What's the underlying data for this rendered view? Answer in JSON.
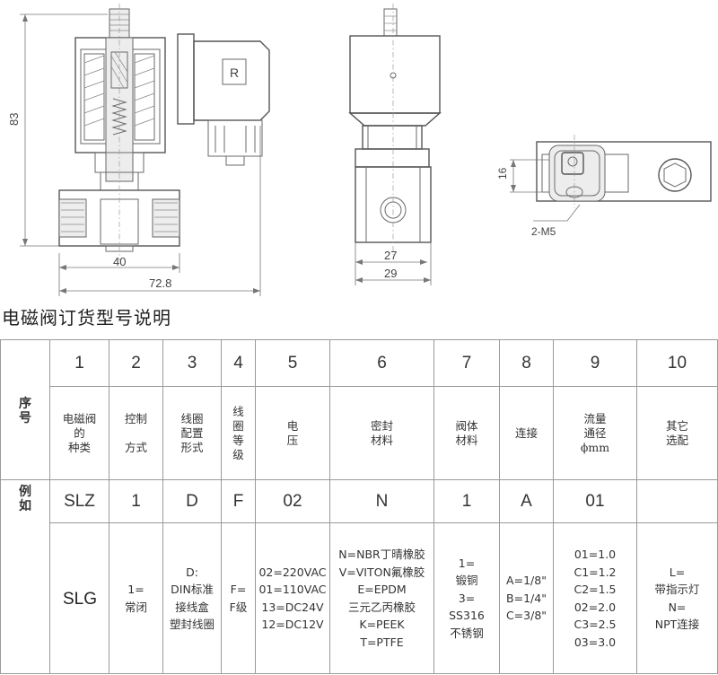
{
  "drawings": {
    "front_dims": {
      "height": "83",
      "inner_width": "40",
      "overall_width": "72.8"
    },
    "side_dims": {
      "inner_width": "27",
      "overall_width": "29"
    },
    "top_dims": {
      "height": "16",
      "thread": "2-M5"
    },
    "coil_glyph": "R"
  },
  "title": "电磁阀订货型号说明",
  "table": {
    "row_header_1": "序\n号",
    "row_header_2": "例\n如",
    "numbers": [
      "1",
      "2",
      "3",
      "4",
      "5",
      "6",
      "7",
      "8",
      "9",
      "10"
    ],
    "categories": [
      "电磁阀\n的\n种类",
      "控制\n\n方式",
      "线圈\n配置\n形式",
      "线\n圈\n等\n级",
      "电\n压",
      "密封\n材料",
      "阀体\n材料",
      "连接",
      "流量\n通径\nϕmm",
      "其它\n选配"
    ],
    "example": [
      "SLZ",
      "1",
      "D",
      "F",
      "02",
      "N",
      "1",
      "A",
      "01",
      ""
    ],
    "options": [
      "SLG",
      "1=\n常闭",
      "D:\nDIN标准\n接线盒\n塑封线圈",
      "F=\nF级",
      "02=220VAC\n01=110VAC\n13=DC24V\n12=DC12V",
      "N=NBR丁晴橡胶\nV=VITON氟橡胶\nE=EPDM\n三元乙丙橡胶\nK=PEEK\nT=PTFE",
      "1=\n锻铜\n3=\nSS316\n不锈钢",
      "A=1/8\"\nB=1/4\"\nC=3/8\"",
      "01=1.0\nC1=1.2\nC2=1.5\n02=2.0\nC3=2.5\n03=3.0",
      "L=\n带指示灯\nN=\nNPT连接"
    ]
  }
}
